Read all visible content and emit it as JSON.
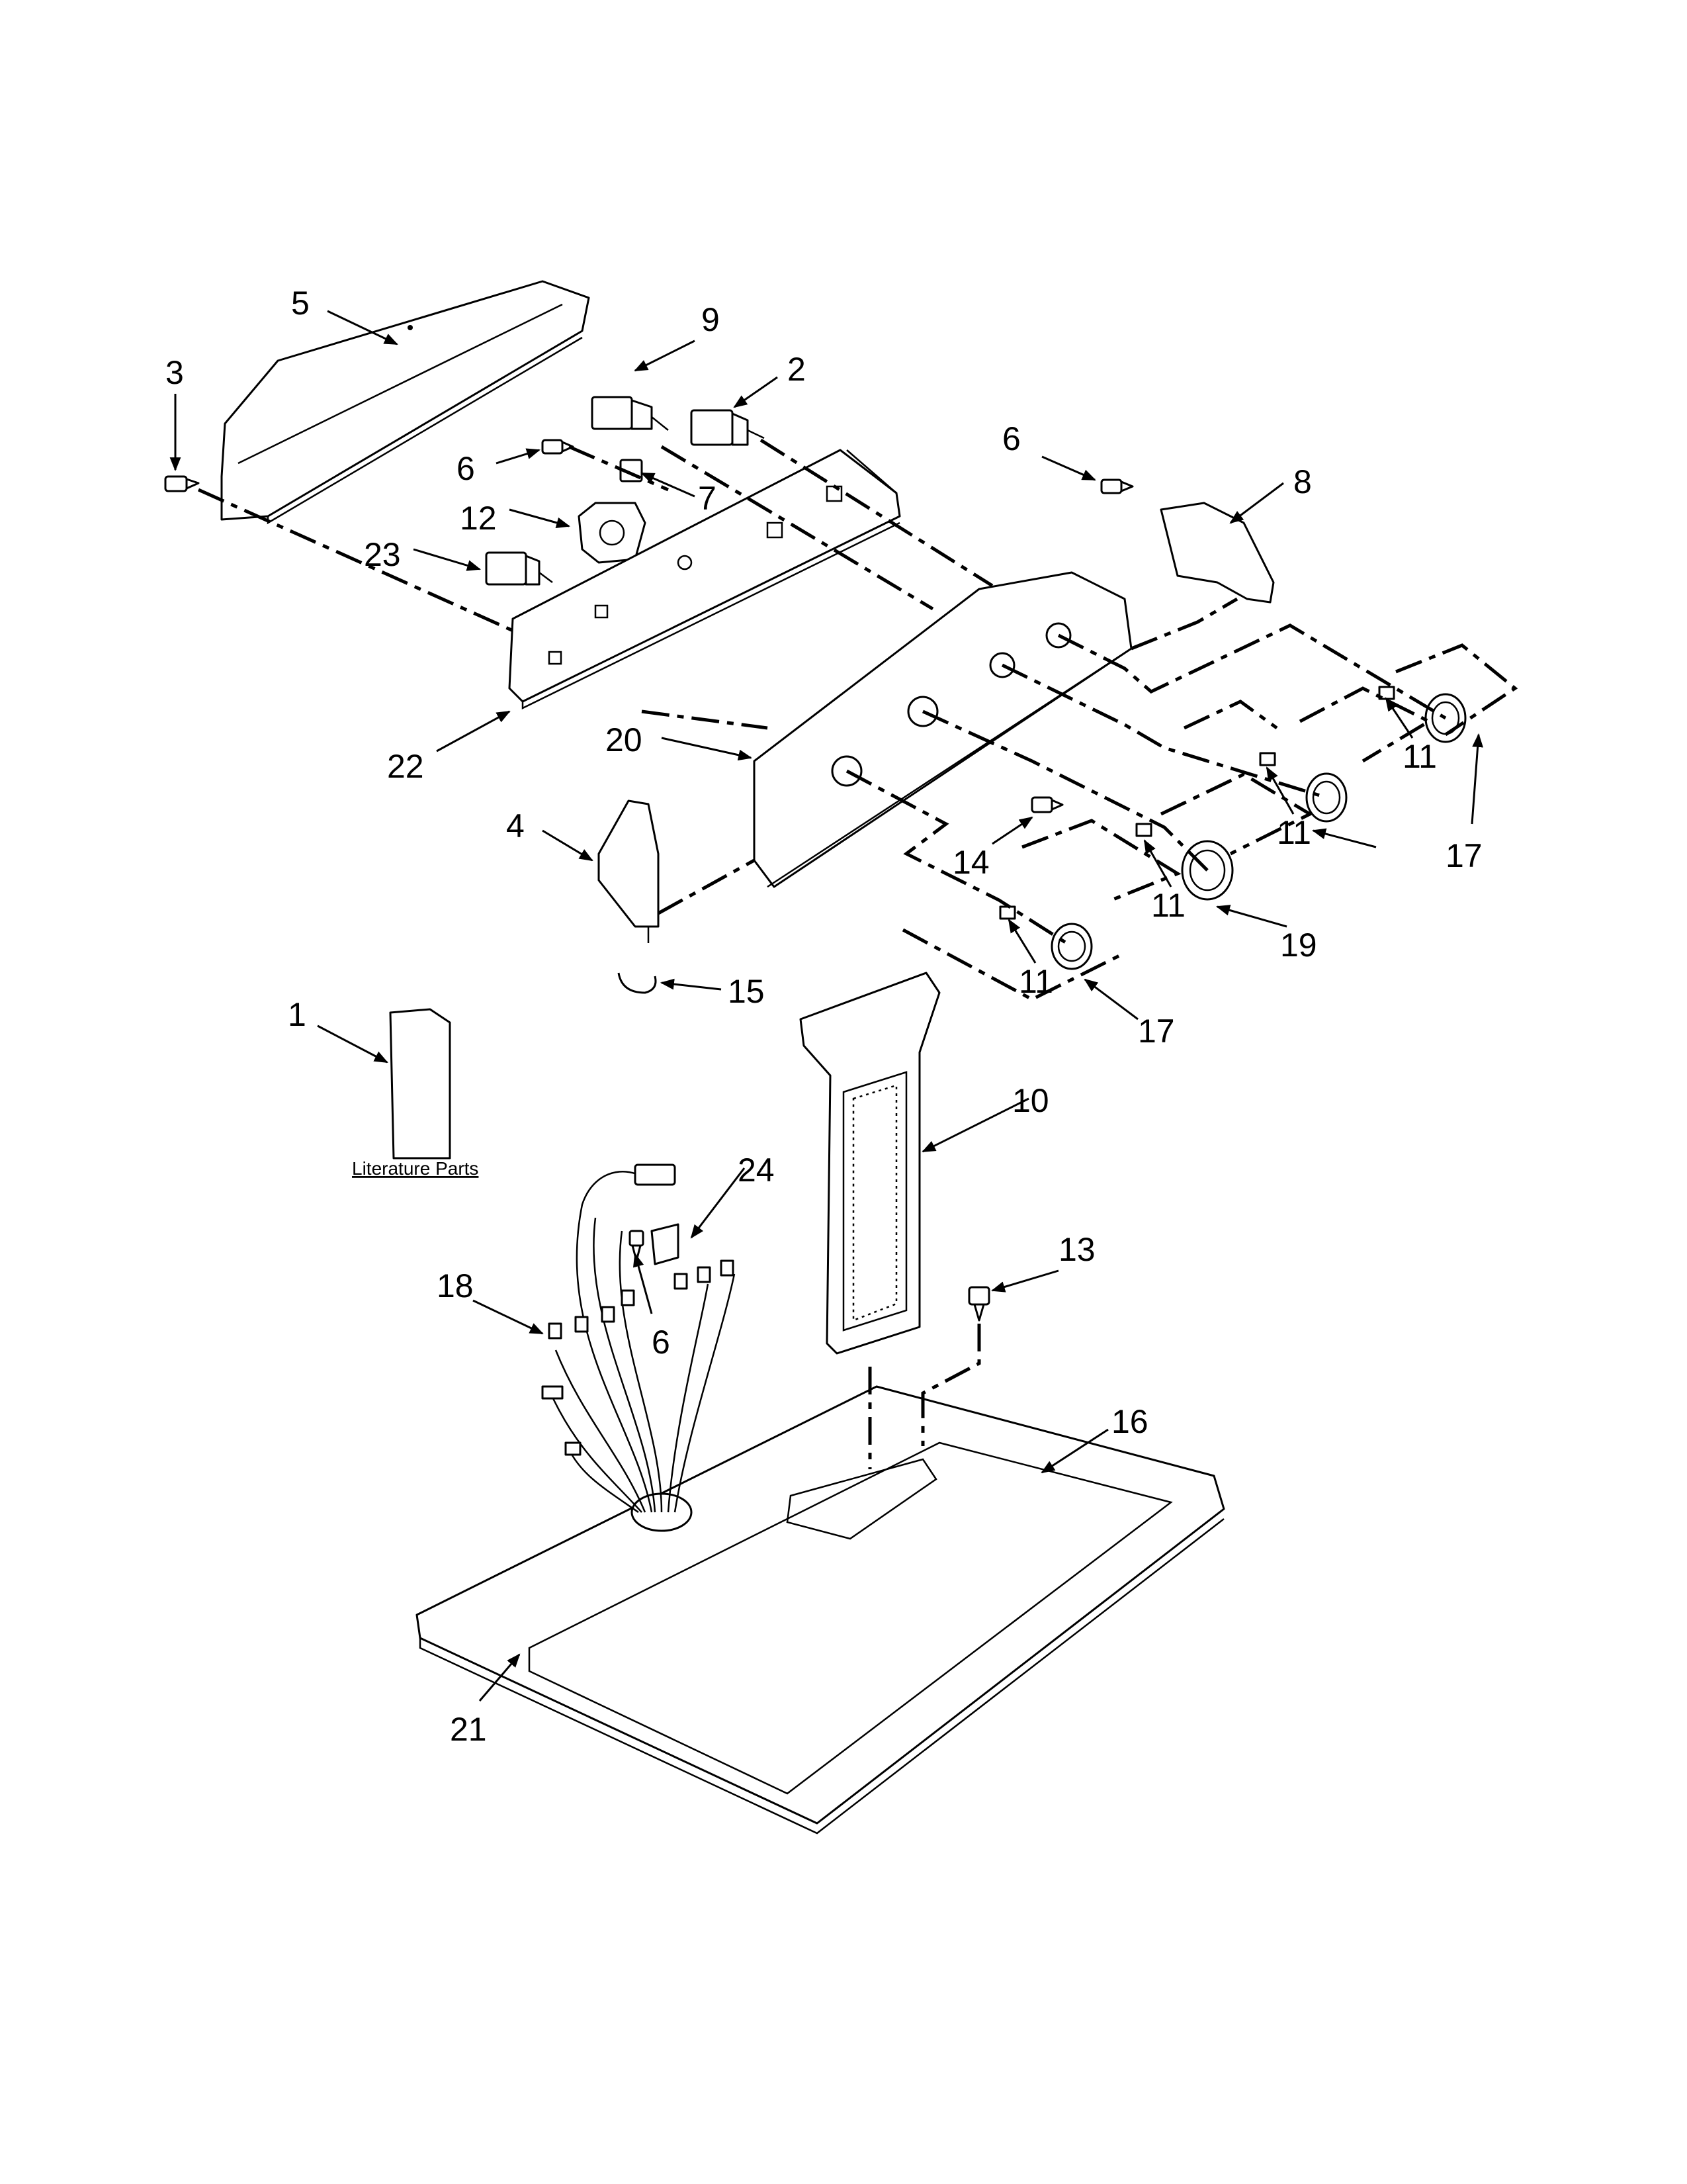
{
  "callouts": [
    {
      "id": "c5",
      "text": "5"
    },
    {
      "id": "c3",
      "text": "3"
    },
    {
      "id": "c9",
      "text": "9"
    },
    {
      "id": "c2",
      "text": "2"
    },
    {
      "id": "c6a",
      "text": "6"
    },
    {
      "id": "c7",
      "text": "7"
    },
    {
      "id": "c12",
      "text": "12"
    },
    {
      "id": "c23",
      "text": "23"
    },
    {
      "id": "c22",
      "text": "22"
    },
    {
      "id": "c20",
      "text": "20"
    },
    {
      "id": "c6b",
      "text": "6"
    },
    {
      "id": "c8",
      "text": "8"
    },
    {
      "id": "c4",
      "text": "4"
    },
    {
      "id": "c14",
      "text": "14"
    },
    {
      "id": "c15",
      "text": "15"
    },
    {
      "id": "c11a",
      "text": "11"
    },
    {
      "id": "c11b",
      "text": "11"
    },
    {
      "id": "c11c",
      "text": "11"
    },
    {
      "id": "c11d",
      "text": "11"
    },
    {
      "id": "c17a",
      "text": "17"
    },
    {
      "id": "c17b",
      "text": "17"
    },
    {
      "id": "c19",
      "text": "19"
    },
    {
      "id": "c1",
      "text": "1"
    },
    {
      "id": "c10",
      "text": "10"
    },
    {
      "id": "c24",
      "text": "24"
    },
    {
      "id": "c13",
      "text": "13"
    },
    {
      "id": "c18",
      "text": "18"
    },
    {
      "id": "c6c",
      "text": "6"
    },
    {
      "id": "c16",
      "text": "16"
    },
    {
      "id": "c21",
      "text": "21"
    }
  ],
  "literature_label": "Literature Parts"
}
